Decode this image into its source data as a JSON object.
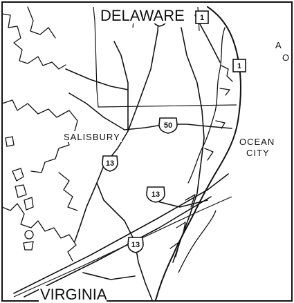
{
  "map": {
    "labels": {
      "delaware": "DELAWARE",
      "virginia": "VIRGINIA",
      "salisbury": "SALISBURY",
      "ocean_city_line1": "OCEAN",
      "ocean_city_line2": "CITY",
      "atlantic_fragment_1": "A",
      "atlantic_fragment_2": "O"
    },
    "routes": [
      {
        "id": "us-13-north",
        "number": "13"
      },
      {
        "id": "us-13-salisbury",
        "number": "13"
      },
      {
        "id": "us-13-central",
        "number": "13"
      },
      {
        "id": "us-13-south",
        "number": "13"
      },
      {
        "id": "us-50",
        "number": "50"
      },
      {
        "id": "de-1-north",
        "number": "1"
      },
      {
        "id": "de-1-coast",
        "number": "1"
      }
    ],
    "colors": {
      "ink": "#111111",
      "paper": "#ffffff"
    }
  }
}
